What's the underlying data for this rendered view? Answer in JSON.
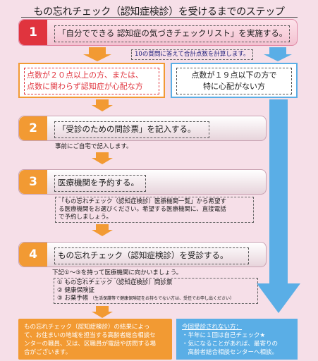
{
  "title": "もの忘れチェック（認知症検診）を受けるまでのステップ",
  "step1": {
    "number": "1",
    "text": "「自分でできる 認知症の気づきチェックリスト」を実施する。",
    "note": "10の質問に答えて合計点数を計算します。"
  },
  "conditions": {
    "high_line1": "点数が２０点以上の方、または、",
    "high_line2": "点数に関わらず認知症が心配な方",
    "low_line1": "点数が１９点以下の方で",
    "low_line2": "特に心配がない方"
  },
  "step2": {
    "number": "2",
    "text": "「受診のための問診票」を記入する。",
    "note": "事前にご自宅で記入します。"
  },
  "step3": {
    "number": "3",
    "text": "医療機関を予約する。",
    "note_line1": "「もの忘れチェック（認知症検診）医療機関一覧」から希望す",
    "note_line2": "る医療機関をお選びください。希望する医療機関に、直接電話",
    "note_line3": "で予約しましょう。"
  },
  "step4": {
    "number": "4",
    "text": "もの忘れチェック（認知症検診）を受診する。",
    "note_intro": "下記①～③を持って医療機関に向かいましょう。",
    "items": [
      "①  もの忘れチェック（認知症検診）問診票",
      "②  健康保険証",
      "③  お薬手帳"
    ],
    "items_note": "（生活保護等で健康保険証をお持ちでない方は、受任でお申し出ください）"
  },
  "result_orange": {
    "line1": "もの忘れチェック（認知症検診）の結果によっ",
    "line2": "て、お住まいの地域を担当する高齢者総合相談セ",
    "line3": "ンターの職員、又は、区職員が電話や訪問する場",
    "line4": "合がございます。"
  },
  "result_blue": {
    "title": "今回受診されない方：",
    "line1": "・半年に１回は自己チェック★",
    "line2": "・気になることがあれば、最寄りの",
    "line3": "　高齢者総合相談センターへ相談。"
  },
  "colors": {
    "background": "#f6dfe8",
    "step1_number": "#e0343e",
    "step_number": "#f29a33",
    "arrow_orange": "#f29a33",
    "arrow_blue": "#5aaee6"
  }
}
